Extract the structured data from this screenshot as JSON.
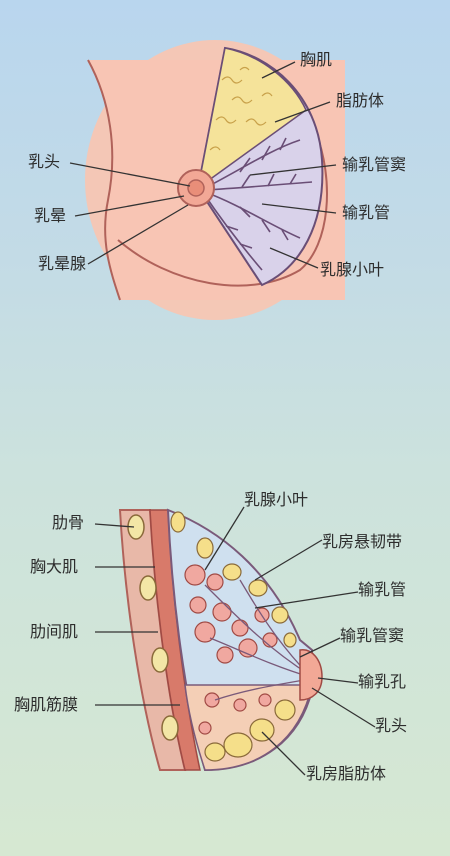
{
  "top_diagram": {
    "labels": {
      "pectoral_muscle": "胸肌",
      "adipose": "脂肪体",
      "nipple": "乳头",
      "lactiferous_sinus": "输乳管窦",
      "areola": "乳晕",
      "lactiferous_duct": "输乳管",
      "areolar_gland": "乳晕腺",
      "lobule": "乳腺小叶"
    }
  },
  "bottom_diagram": {
    "labels": {
      "lobule": "乳腺小叶",
      "rib": "肋骨",
      "suspensory_ligament": "乳房悬韧带",
      "pectoralis_major": "胸大肌",
      "lactiferous_duct": "输乳管",
      "intercostal": "肋间肌",
      "lactiferous_sinus": "输乳管窦",
      "duct_opening": "输乳孔",
      "fascia": "胸肌筋膜",
      "nipple": "乳头",
      "fat_body": "乳房脂肪体"
    }
  }
}
